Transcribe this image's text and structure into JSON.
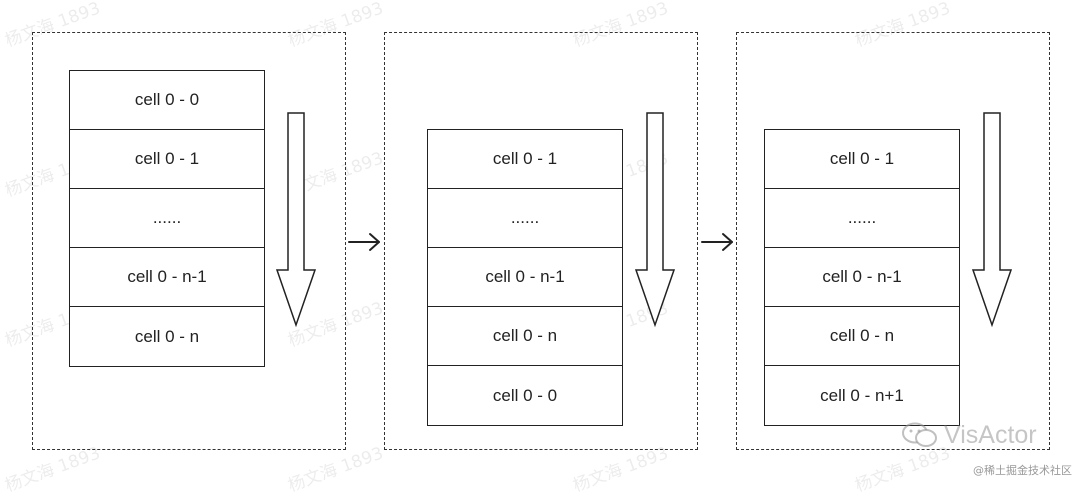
{
  "panels": [
    {
      "cells": [
        "cell 0 - 0",
        "cell 0 - 1",
        "......",
        "cell 0 - n-1",
        "cell 0 - n"
      ]
    },
    {
      "cells": [
        "cell 0 - 1",
        "......",
        "cell 0 - n-1",
        "cell 0 - n",
        "cell 0 - 0"
      ]
    },
    {
      "cells": [
        "cell 0 - 1",
        "......",
        "cell 0 - n-1",
        "cell 0 - n",
        "cell 0 - n+1"
      ]
    }
  ],
  "watermark": "杨文海 1893",
  "brand": "VisActor",
  "credit": "@稀土掘金技术社区"
}
